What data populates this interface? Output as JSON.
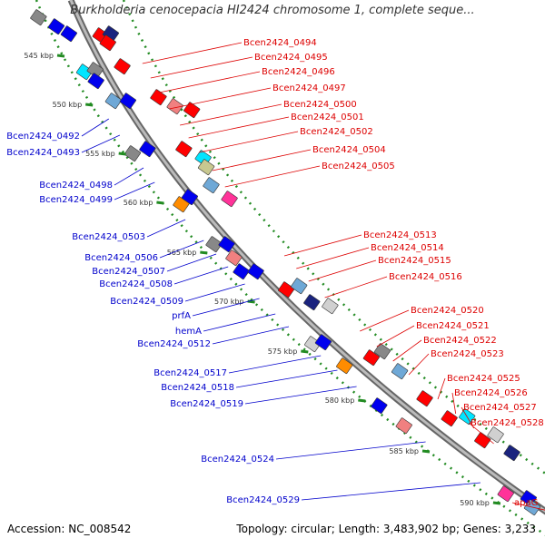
{
  "title": "Burkholderia cenocepacia HI2424 chromosome 1, complete seque...",
  "footer": {
    "accession": "Accession: NC_008542",
    "summary": "Topology: circular; Length: 3,483,902 bp; Genes: 3,233"
  },
  "colors": {
    "backbone": "#999999",
    "tick": "#228B22",
    "left_labels": "#0000CC",
    "right_labels": "#DD0000"
  },
  "kbp_ticks": [
    "545 kbp",
    "550 kbp",
    "555 kbp",
    "560 kbp",
    "565 kbp",
    "570 kbp",
    "575 kbp",
    "580 kbp",
    "585 kbp",
    "590 kbp"
  ],
  "left_labels": [
    "Bcen2424_0492",
    "Bcen2424_0493",
    "Bcen2424_0498",
    "Bcen2424_0499",
    "Bcen2424_0503",
    "Bcen2424_0506",
    "Bcen2424_0507",
    "Bcen2424_0508",
    "Bcen2424_0509",
    "prfA",
    "hemA",
    "Bcen2424_0512",
    "Bcen2424_0517",
    "Bcen2424_0518",
    "Bcen2424_0519",
    "Bcen2424_0524",
    "Bcen2424_0529"
  ],
  "right_labels": [
    "Bcen2424_0494",
    "Bcen2424_0495",
    "Bcen2424_0496",
    "Bcen2424_0497",
    "Bcen2424_0500",
    "Bcen2424_0501",
    "Bcen2424_0502",
    "Bcen2424_0504",
    "Bcen2424_0505",
    "Bcen2424_0513",
    "Bcen2424_0514",
    "Bcen2424_0515",
    "Bcen2424_0516",
    "Bcen2424_0520",
    "Bcen2424_0521",
    "Bcen2424_0522",
    "Bcen2424_0523",
    "Bcen2424_0525",
    "Bcen2424_0526",
    "Bcen2424_0527",
    "Bcen2424_0528",
    "apaG"
  ]
}
